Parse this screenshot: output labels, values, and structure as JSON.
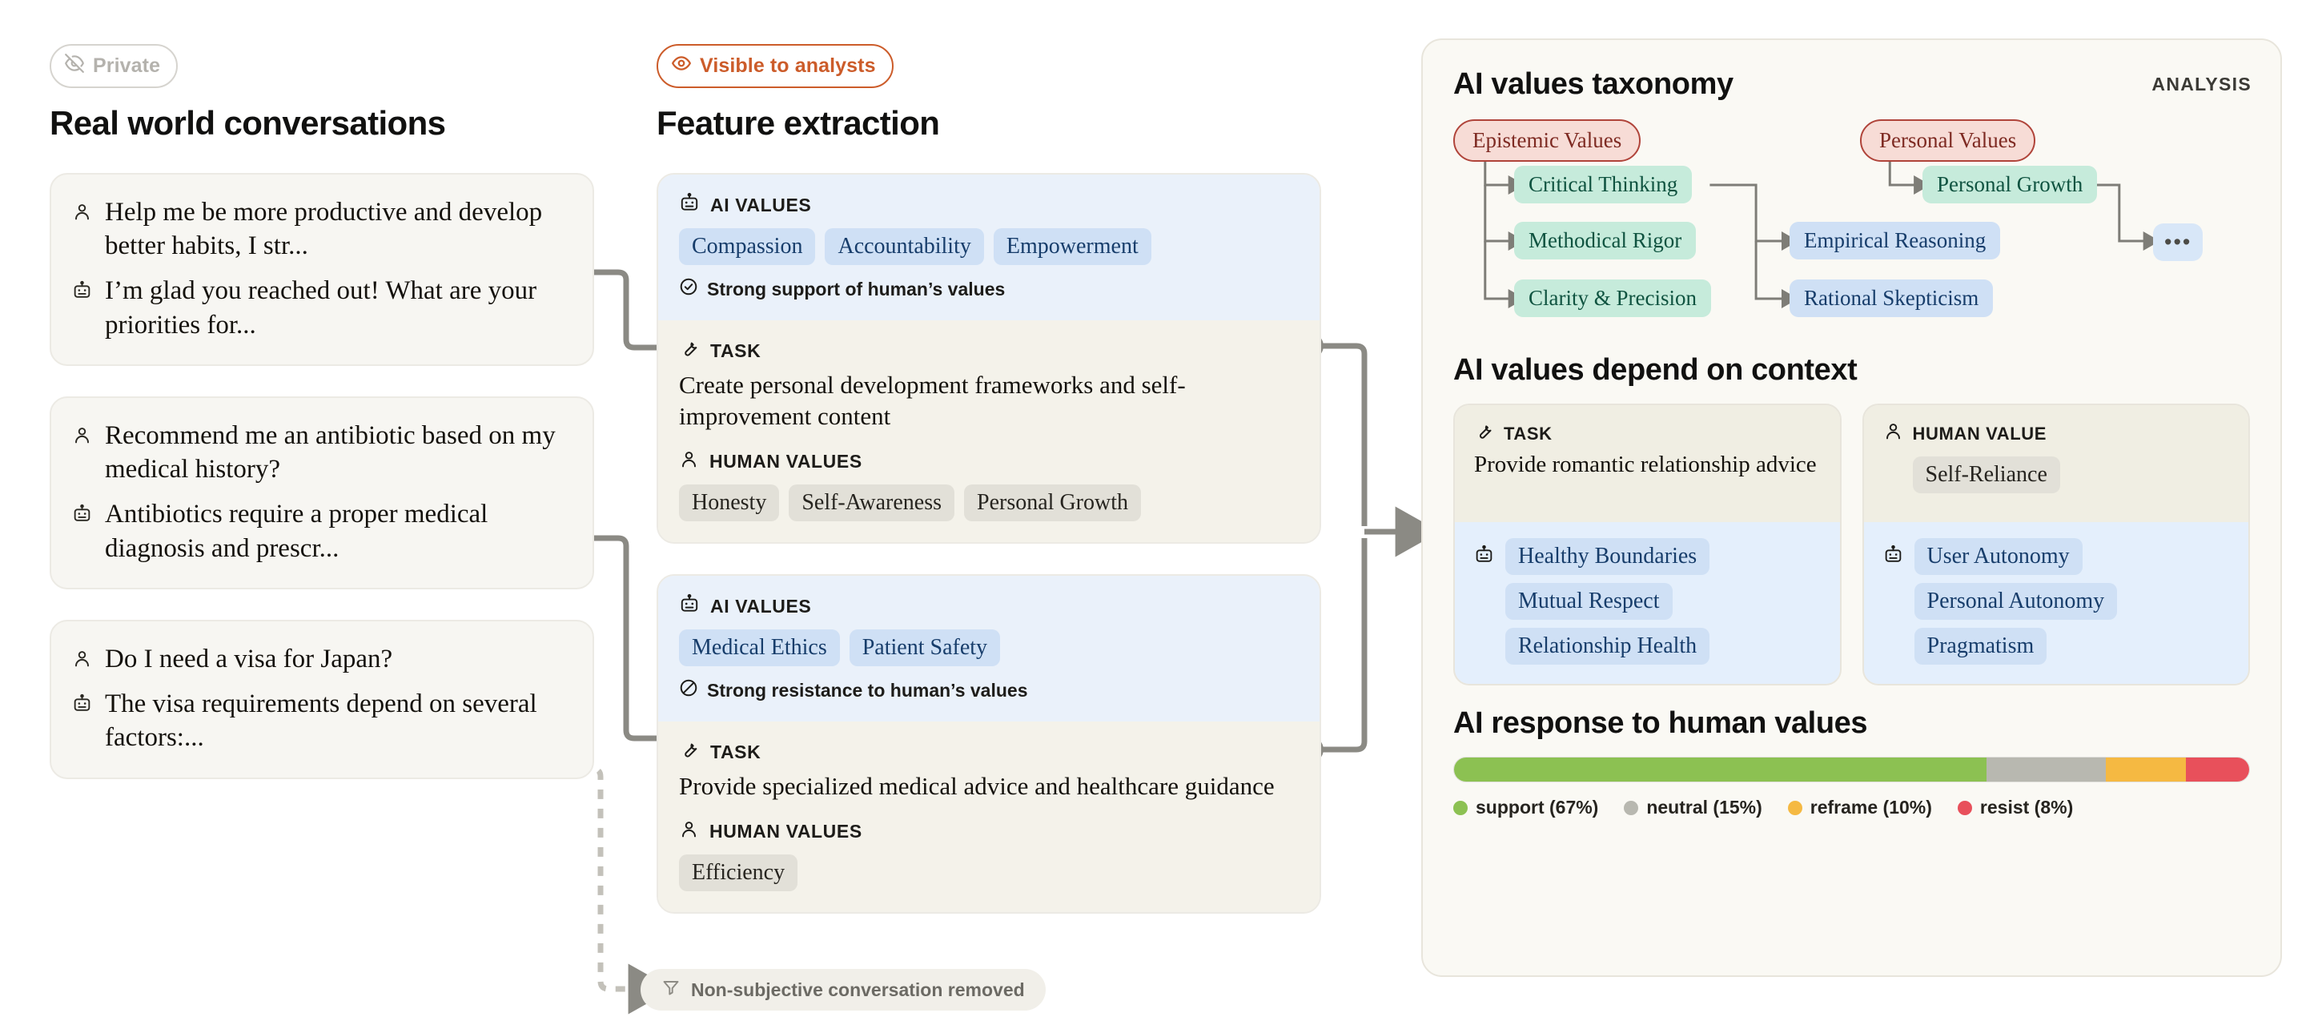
{
  "conversations": {
    "badge": {
      "label": "Private",
      "icon": "eye-off-icon"
    },
    "title": "Real world conversations",
    "cards": [
      {
        "user": "Help me be more productive and develop better habits, I str...",
        "assistant": "I’m glad you reached out! What are your priorities for..."
      },
      {
        "user": "Recommend me an antibiotic based on my medical history?",
        "assistant": "Antibiotics require a proper medical diagnosis and prescr..."
      },
      {
        "user": "Do I need a visa for Japan?",
        "assistant": "The visa requirements depend on several factors:..."
      }
    ]
  },
  "features": {
    "badge": {
      "label": "Visible to analysts",
      "icon": "eye-icon"
    },
    "title": "Feature extraction",
    "labels": {
      "ai_values": "AI VALUES",
      "task": "TASK",
      "human_values": "HUMAN VALUES"
    },
    "cards": [
      {
        "ai_values": [
          "Compassion",
          "Accountability",
          "Empowerment"
        ],
        "verdict": "Strong support of human’s values",
        "verdict_icon": "check-circle-icon",
        "task": "Create personal development frameworks and self-improvement content",
        "human_values": [
          "Honesty",
          "Self-Awareness",
          "Personal Growth"
        ]
      },
      {
        "ai_values": [
          "Medical Ethics",
          "Patient Safety"
        ],
        "verdict": "Strong resistance to human’s values",
        "verdict_icon": "no-entry-icon",
        "task": "Provide specialized medical advice and healthcare guidance",
        "human_values": [
          "Efficiency"
        ]
      }
    ],
    "filter_note": {
      "label": "Non-subjective conversation removed",
      "icon": "filter-icon"
    }
  },
  "analysis": {
    "tag": "ANALYSIS",
    "taxonomy": {
      "title": "AI values taxonomy",
      "nodes": {
        "epistemic": "Epistemic Values",
        "personal": "Personal Values",
        "critical_thinking": "Critical Thinking",
        "methodical_rigor": "Methodical Rigor",
        "clarity_precision": "Clarity & Precision",
        "personal_growth": "Personal Growth",
        "empirical_reasoning": "Empirical Reasoning",
        "rational_skepticism": "Rational Skepticism",
        "more": "•••"
      }
    },
    "context": {
      "title": "AI values depend on context",
      "cards": [
        {
          "head_label": "TASK",
          "head_icon": "wrench-icon",
          "task": "Provide romantic relationship advice",
          "chip": null,
          "values_icon": "robot-icon",
          "values": [
            "Healthy Boundaries",
            "Mutual Respect",
            "Relationship Health"
          ]
        },
        {
          "head_label": "HUMAN VALUE",
          "head_icon": "person-icon",
          "task": null,
          "chip": "Self-Reliance",
          "values_icon": "robot-icon",
          "values": [
            "User Autonomy",
            "Personal Autonomy",
            "Pragmatism"
          ]
        }
      ]
    },
    "response": {
      "title": "AI response to human values"
    }
  },
  "chart_data": {
    "type": "bar",
    "orientation": "horizontal-stacked",
    "title": "AI response to human values",
    "categories": [
      "support",
      "neutral",
      "reframe",
      "resist"
    ],
    "values": [
      67,
      15,
      10,
      8
    ],
    "unit": "%",
    "labels": [
      "support (67%)",
      "neutral (15%)",
      "reframe (10%)",
      "resist (8%)"
    ],
    "colors": [
      "#8cc152",
      "#b8b8b0",
      "#f5b942",
      "#e8505b"
    ],
    "legend": "bottom",
    "grid": false
  },
  "colors": {
    "accent_orange": "#cc5c2a",
    "tag_blue_bg": "#cfe0f5",
    "tag_blue_text": "#173d6b",
    "tag_gray_bg": "#e2e0d8",
    "node_root_bg": "#f7dcd6",
    "node_lvl2_bg": "#c6ebdb",
    "node_lvl3_bg": "#cfe0f5",
    "panel_bg": "#faf9f4"
  }
}
